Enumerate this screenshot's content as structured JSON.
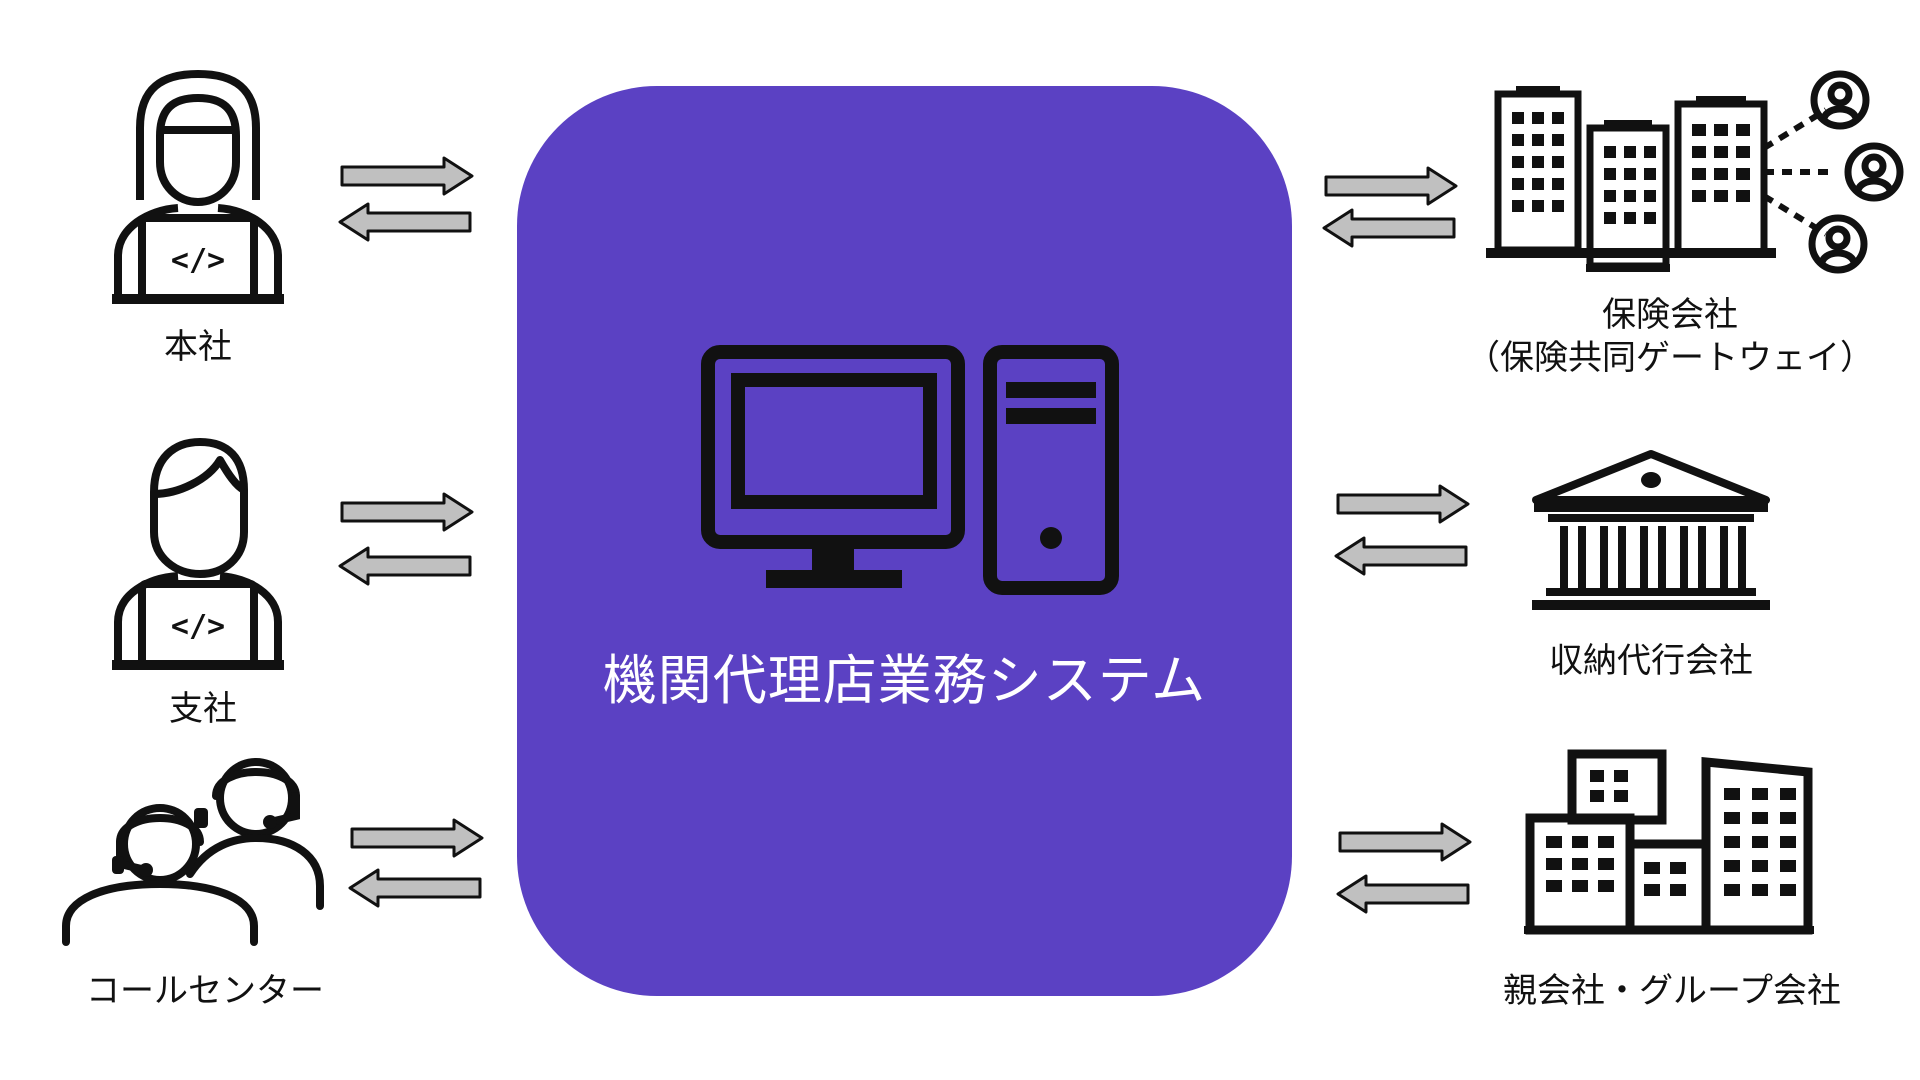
{
  "center": {
    "title": "機関代理店業務システム",
    "color": "#5b41c3",
    "icon": "desktop-computer-icon"
  },
  "left_nodes": [
    {
      "label": "本社",
      "icon": "developer-woman-laptop-icon"
    },
    {
      "label": "支社",
      "icon": "developer-man-laptop-icon"
    },
    {
      "label": "コールセンター",
      "icon": "call-center-operators-icon"
    }
  ],
  "right_nodes": [
    {
      "label": "保険会社",
      "sublabel": "（保険共同ゲートウェイ）",
      "icon": "insurance-buildings-network-icon"
    },
    {
      "label": "収納代行会社",
      "icon": "bank-building-icon"
    },
    {
      "label": "親会社・グループ会社",
      "icon": "office-buildings-icon"
    }
  ],
  "arrow_color": "#c0c0c0",
  "connection": "bidirectional"
}
